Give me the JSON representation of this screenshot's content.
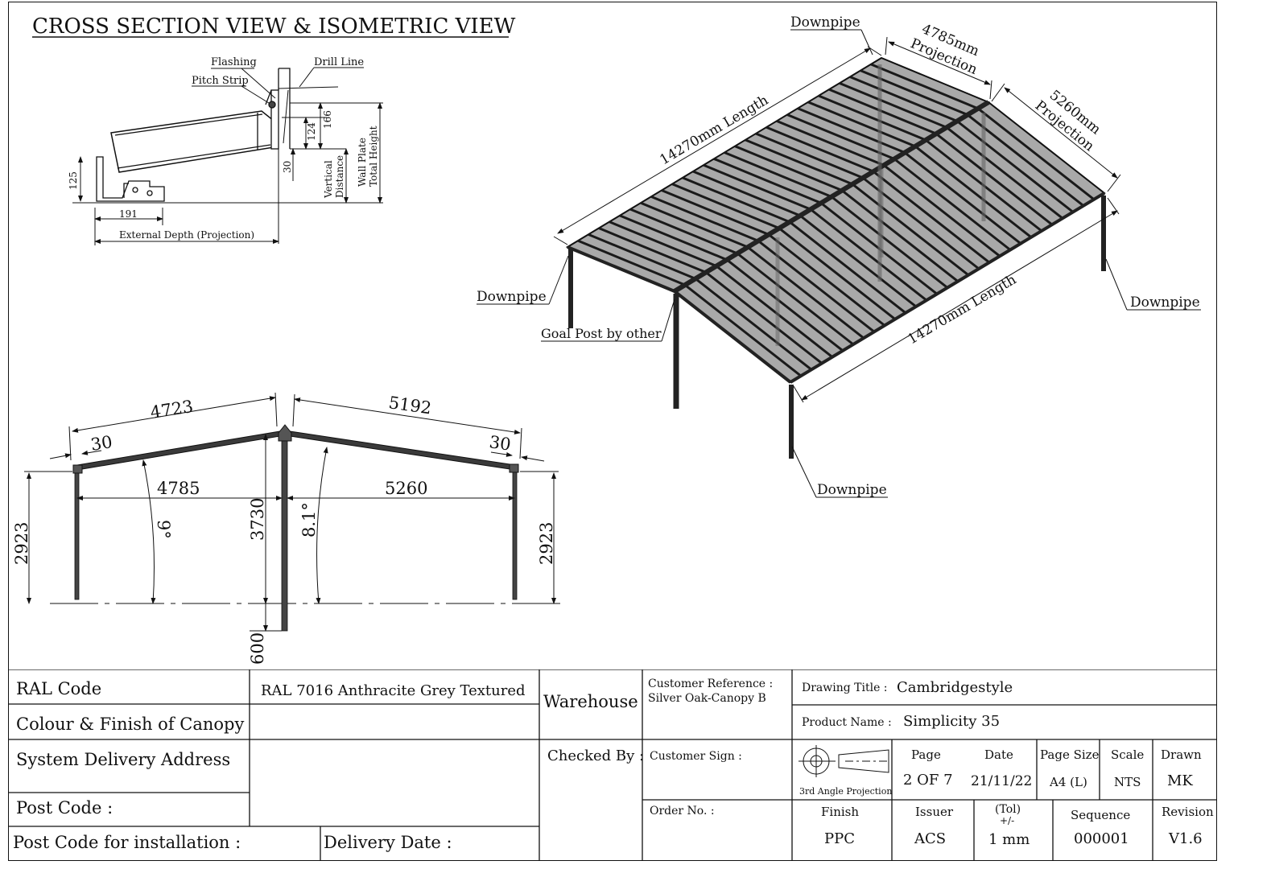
{
  "drawing": {
    "heading": "CROSS SECTION VIEW & ISOMETRIC VIEW",
    "cross_section": {
      "labels": {
        "flashing": "Flashing",
        "drill_line": "Drill Line",
        "pitch_strip": "Pitch Strip",
        "vertical_distance_1": "Vertical",
        "vertical_distance_2": "Distance",
        "wall_plate_1": "Wall Plate",
        "wall_plate_2": "Total Height",
        "external_depth": "External Depth (Projection)"
      },
      "dims": {
        "d125": "125",
        "d191": "191",
        "d124": "124",
        "d166": "166",
        "d30": "30"
      }
    },
    "isometric": {
      "downpipe_top": "Downpipe",
      "downpipe_left": "Downpipe",
      "downpipe_right": "Downpipe",
      "downpipe_bottom": "Downpipe",
      "goal_post": "Goal Post by other",
      "length_top": "14270mm Length",
      "length_bottom": "14270mm Length",
      "proj1_a": "4785mm",
      "proj1_b": "Projection",
      "proj2_a": "5260mm",
      "proj2_b": "Projection"
    },
    "elevation": {
      "d4723": "4723",
      "d5192": "5192",
      "d30_left": "30",
      "d30_right": "30",
      "d4785": "4785",
      "d5260": "5260",
      "d2923_left": "2923",
      "d2923_right": "2923",
      "d3730": "3730",
      "d600": "600",
      "angle_left": "9°",
      "angle_right": "8.1°"
    }
  },
  "title_block": {
    "ral_code_label": "RAL Code",
    "ral_code_value": "RAL 7016 Anthracite Grey Textured",
    "colour_label": "Colour & Finish of Canopy",
    "colour_value": "",
    "address_label": "System Delivery Address",
    "post_code_label": "Post Code :",
    "post_code_install_label": "Post Code for installation :",
    "delivery_date_label": "Delivery Date :",
    "warehouse_label": "Warehouse",
    "checked_by_label": "Checked By :",
    "customer_ref_label": "Customer Reference :",
    "customer_ref_value": "Silver Oak-Canopy B",
    "customer_sign_label": "Customer Sign :",
    "order_no_label": "Order No. :",
    "drawing_title_label": "Drawing Title :",
    "drawing_title_value": "Cambridgestyle",
    "product_name_label": "Product Name :",
    "product_name_value": "Simplicity 35",
    "projection_label": "3rd Angle Projection",
    "page_label": "Page",
    "page_value": "2 OF 7",
    "date_label": "Date",
    "date_value": "21/11/22",
    "page_size_label": "Page Size",
    "page_size_value": "A4 (L)",
    "scale_label": "Scale",
    "scale_value": "NTS",
    "drawn_label": "Drawn",
    "drawn_value": "MK",
    "finish_label": "Finish",
    "finish_value": "PPC",
    "issuer_label": "Issuer",
    "issuer_value": "ACS",
    "tol_label_1": "(Tol)",
    "tol_label_2": "+/-",
    "tol_value": "1 mm",
    "sequence_label": "Sequence",
    "sequence_value": "000001",
    "revision_label": "Revision",
    "revision_value": "V1.6"
  },
  "colors": {
    "line": "#111111",
    "roof_fill": "#a9a9a9",
    "frame_fill": "#3a3a3a"
  }
}
